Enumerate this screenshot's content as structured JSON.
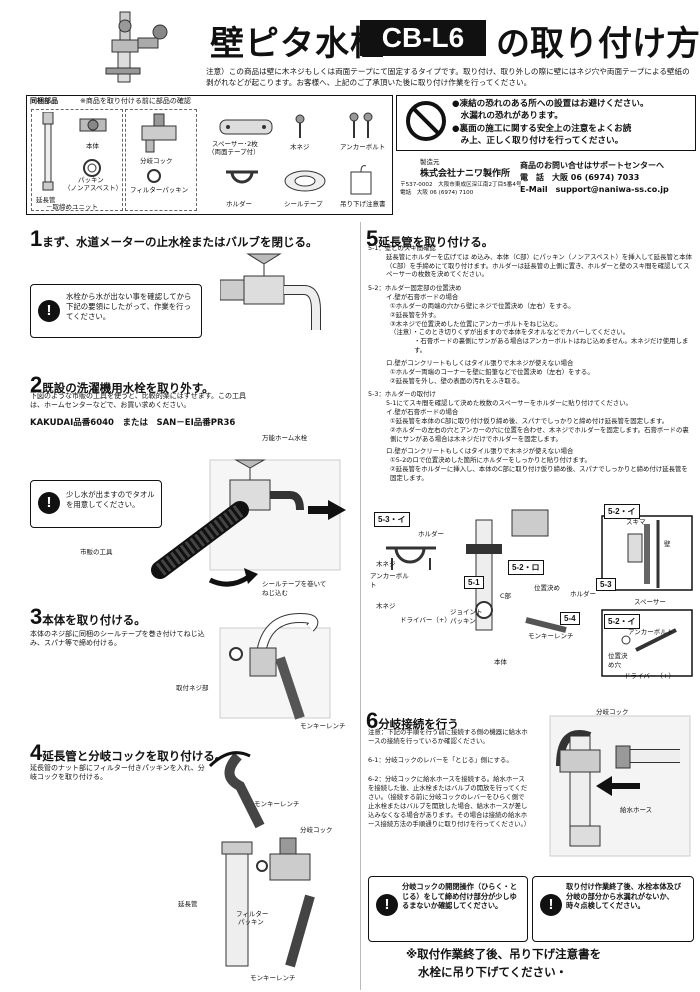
{
  "header": {
    "title_main": "壁ピタ水栓",
    "model": "CB-L6",
    "title_suffix": "の取り付け方",
    "note": "注意）この商品は壁に木ネジもしくは両面テープにて固定するタイプです。取り付け、取り外しの際に壁にはネジ穴や両面テープによる壁紙の剥がれなどが起こります。お客様へ、上記のご了承頂いた後に取り付け作業を行ってください。"
  },
  "parts": {
    "heading": "同梱部品",
    "sub": "※商品を取り付ける前に部品の確認",
    "items": {
      "body": "本体",
      "packing": "パッキン",
      "packing2": "（ノンアスベスト）",
      "extension": "延長管",
      "extension2": "－取締めユニット",
      "branch": "分岐コック",
      "filter": "フィルターパッキン",
      "spacer": "スペーサー･2枚",
      "spacer2": "（両面テープ付）",
      "screw": "木ネジ",
      "anchor": "アンカーボルト",
      "holder": "ホルダー",
      "seal": "シールテープ",
      "tag": "吊り下げ注意書"
    }
  },
  "warnings": {
    "items": [
      "●凍結の恐れのある所への設置はお避けください。",
      "　水漏れの恐れがあります。",
      "●裏面の施工に関する安全上の注意をよくお読",
      "　み上、正しく取り付けを行ってください。"
    ]
  },
  "maker": {
    "label": "製造元",
    "name": "株式会社ナニワ製作所",
    "address": "〒537-0002　大阪市東成区深江南2丁目5番4号",
    "tel": "電話　大阪 06 (6974) 7100",
    "support_label": "商品のお問い合せはサポートセンターへ",
    "support_tel": "電　話　大阪 06 (6974) 7033",
    "support_mail": "E-Mail　support@naniwa-ss.co.jp"
  },
  "step1": {
    "num": "1",
    "title": "まず、水道メーターの止水栓またはバルブを閉じる。",
    "caution": "水栓から水が出ない事を確認してから下記の要領にしたがって、作業を行ってください。"
  },
  "step2": {
    "num": "2",
    "title": "既設の洗濯機用水栓を取り外す。",
    "text": "下図のような市販の工具を使うと、比較的楽にはずせます。この工具は、ホームセンターなどで、お買い求めください。",
    "products": "KAKUDAI品番6040　または　SAN－EI品番PR36",
    "label_faucet": "万能ホーム水栓",
    "label_tool": "市販の工具",
    "caution": "少し水が出ますのでタオルを用意してください。"
  },
  "step3": {
    "num": "3",
    "title": "本体を取り付ける。",
    "text": "本体のネジ部に同梱のシールテープを巻き付けてねじ込み、スパナ等で締め付ける。",
    "label_seal": "シールテープを巻いてねじ込む",
    "label_thread": "取付ネジ部",
    "label_wrench": "モンキーレンチ"
  },
  "step4": {
    "num": "4",
    "title": "延長管と分岐コックを取り付ける。",
    "text": "延長管のナット部にフィルター付きパッキンを入れ、分岐コックを取り付ける。",
    "label_wrench1": "モンキーレンチ",
    "label_cock": "分岐コック",
    "label_ext": "延長管",
    "label_filter": "フィルター",
    "label_packing": "パッキン",
    "label_wrench2": "モンキーレンチ"
  },
  "step5": {
    "num": "5",
    "title": "延長管を取り付ける。",
    "s1_head": "5-1：壁とのスキ間確認",
    "s1_text": "延長管にホルダーを広げては め込み、本体（C部）にパッキン（ノンアスベスト）を挿入して延長管と本体（C部）を手締めにて取り付けます。ホルダーは延長管の上側に置き、ホルダーと壁のスキ間を確認してスペーサーの枚数を決めてください。",
    "s2_head": "5-2：ホルダー固定部の位置決め",
    "s2_a": "イ.壁が石膏ボードの場合",
    "s2_a1": "①ホルダーの両端の穴から壁にネジで位置決め（左右）をする。",
    "s2_a2": "②延長管を外す。",
    "s2_a3": "③木ネジで位置決めした位置にアンカーボルトをねじ込む。",
    "s2_a4": "（注意）・このとき切りくずが出ますので本体をタオルなどでカバーしてください。",
    "s2_a5": "・石膏ボードの裏側にサンがある場合はアンカーボルトはねじ込めません。木ネジだけ使用します。",
    "s2_b": "ロ.壁がコンクリートもしくはタイル張りで木ネジが使えない場合",
    "s2_b1": "①ホルダー両端のコーナーを壁に鉛筆などで位置決め（左右）をする。",
    "s2_b2": "②延長管を外し、壁の表面の汚れをふき取る。",
    "s3_head": "5-3：ホルダーの取付け",
    "s3_text": "5-1にてスキ間を確認して決めた枚数のスペーサーをホルダーに貼り付けてください。",
    "s3_a": "イ.壁が石膏ボードの場合",
    "s3_a1": "①延長管を本体のC部に取り付け仮り締め後、スパナでしっかりと締め付け延長管を固定します。",
    "s3_a2": "②ホルダーの左右の穴とアンカーの穴に位置を合わせ、木ネジでホルダーを固定します。石膏ボードの裏側にサンがある場合は木ネジだけでホルダーを固定します。",
    "s3_b": "ロ.壁がコンクリートもしくはタイル張りで木ネジが使えない場合",
    "s3_b1": "①5-2のロで位置決めした箇所にホルダーをしっかりと貼り付けます。",
    "s3_b2": "②延長管をホルダーに挿入し、本体のC部に取り付け仮り締め後、スパナでしっかりと締め付け延長管を固定します。"
  },
  "diagram5": {
    "label_53i": "5-3・イ",
    "label_52i": "5-2・イ",
    "label_51": "5-1",
    "label_52ro": "5-2・ロ",
    "label_53": "5-3",
    "label_54": "5-4",
    "label_52i_b": "5-2・イ",
    "holder": "ホルダー",
    "screw": "木ネジ",
    "anchor": "アンカーボルト",
    "wood_screw": "木ネジ",
    "driver": "ドライバー（+）",
    "positioning": "位置決め",
    "c_part": "C部",
    "joint": "ジョイントパッキン",
    "body": "本体",
    "wrench": "モンキーレンチ",
    "holder2": "ホルダー",
    "spacer": "スペーサー",
    "gap": "スキマ",
    "wall": "壁",
    "anchor2": "アンカーボルト",
    "pos_mark": "位置決め穴",
    "driver2": "ドライバー（+）"
  },
  "step6": {
    "num": "6",
    "title": "分岐接続を行う",
    "note": "注意：下記の手順を行う前に接続する側の機器に給水ホースの接続を行っているか確認ください。",
    "s1": "6-1：分岐コックのレバーを「とじる」側にする。",
    "s2": "6-2：分岐コックに給水ホースを接続する。給水ホースを接続した後、止水栓またはバルブの開放を行ってください。（接続する前に分岐コックのレバーをひらく側で止水栓またはバルブを開放した場合、給水ホースが差し込みなくなる場合があります。その場合は接続の給水ホース接続方法の手順通りに取り付けを行ってください。）",
    "label_cock": "分岐コック",
    "label_hose": "給水ホース",
    "caution1": "分岐コックの開閉操作（ひらく・とじる）をして締め付け部分が少しゆるまないか確認してください。",
    "caution2": "取り付け作業終了後、水栓本体及び分岐の部分から水漏れがないか、時々点検してください。"
  },
  "footer": {
    "line1": "※取付作業終了後、吊り下げ注意書を",
    "line2": "水栓に吊り下げてください・"
  }
}
